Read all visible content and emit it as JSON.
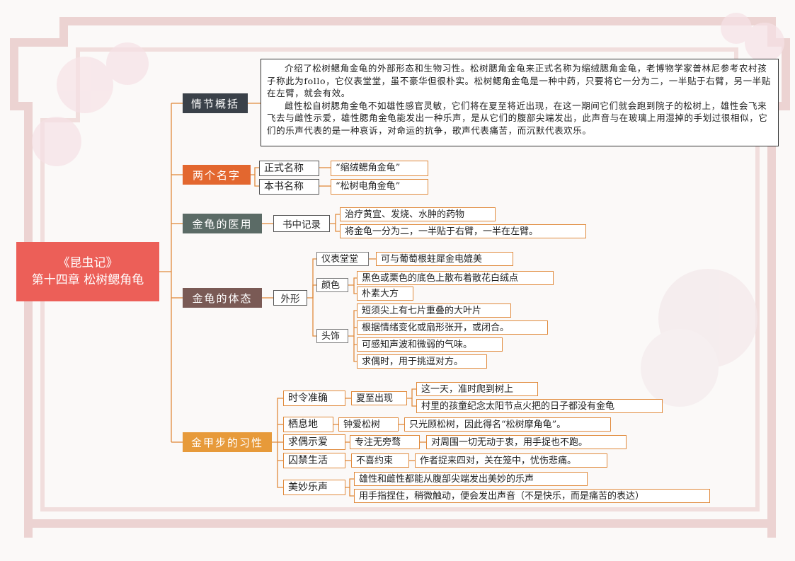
{
  "root": {
    "line1": "《昆虫记》",
    "line2": "第十四章 松树鳃角龟"
  },
  "summary": {
    "label": "情节概括",
    "para1": "介绍了松树鳃角金龟的外部形态和生物习性。松树腮角金龟来正式名称为缩绒腮角金龟，老博物学家普林尼参考农村孩子称此为follo，它仪表堂堂，虽不豪华但很朴实。松树鳃角金龟是一种中药，只要将它一分为二，一半贴于右臂，另一半贴在左臂，就会有效。",
    "para2": "雌性松自树腮角金龟不如雄性感官灵敏，它们将在夏至将近出现，在这一期间它们就会跑到院子的松树上，雄性会飞来飞去与雌性示爱，雄性腮角金龟能发出一种乐声，是从它们的腹部尖端发出，此声音与在玻璃上用湿掉的手划过很相似，它们的乐声代表的是一种哀诉，对命运的抗争，歌声代表痛苦，而沉默代表欢乐。"
  },
  "names": {
    "label": "两个名字",
    "items": [
      {
        "key": "正式名称",
        "value": "“缩绒鳃角金龟”"
      },
      {
        "key": "本书名称",
        "value": "“松树电角金龟”"
      }
    ]
  },
  "medical": {
    "label": "金龟的医用",
    "sub": "书中记录",
    "items": [
      "治疗黄宜、发烧、水肿的药物",
      "将金龟一分为二，一半贴于右臂，一半在左臂。"
    ]
  },
  "body": {
    "label": "金龟的体态",
    "sub": "外形",
    "appearance": {
      "key": "仪表堂堂",
      "value": "可与葡萄根蛀犀金电媲美"
    },
    "color": {
      "key": "颜色",
      "items": [
        "黑色或栗色的底色上散布着散花白绒点",
        "朴素大方"
      ]
    },
    "head": {
      "key": "头饰",
      "items": [
        "短须尖上有七片重叠的大叶片",
        "根据情绪变化或扇形张开，或闭合。",
        "可感知声波和微弱的气味。",
        "求偶时，用于挑逗对方。"
      ]
    }
  },
  "habits": {
    "label": "金甲步的习性",
    "timing": {
      "key": "时令准确",
      "mid": "夏至出现",
      "items": [
        "这一天，准时爬到树上",
        "村里的孩童纪念太阳节点火把的日子都没有金龟"
      ]
    },
    "habitat": {
      "key": "栖息地",
      "mid": "钟爱松树",
      "value": "只光顾松树，因此得名“松树摩角龟”。"
    },
    "courtship": {
      "key": "求偶示爱",
      "mid": "专注无旁骛",
      "value": "对周围一切无动于衷，用手捉也不跑。"
    },
    "captive": {
      "key": "囚禁生活",
      "mid": "不喜约束",
      "value": "作者捉来四对，关在笼中，忧伤悲痛。"
    },
    "music": {
      "key": "美妙乐声",
      "items": [
        "雄性和雌性都能从腹部尖端发出美妙的乐声",
        "用手指捏住，稍微触动，便会发出声音（不是快乐，而是痛苦的表达）"
      ]
    }
  },
  "colors": {
    "root": "#ec5f58",
    "summary": "#3a4149",
    "names": "#e3672f",
    "medical": "#5b6b66",
    "body": "#7a5a55",
    "habits": "#e79a3a",
    "line": "#e08a3c",
    "frame": "#efd8d7"
  }
}
